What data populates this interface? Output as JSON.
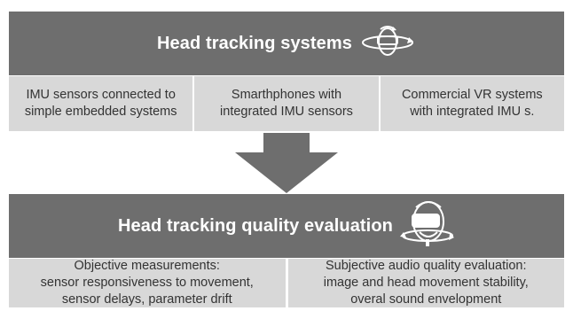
{
  "top": {
    "title": "Head tracking systems",
    "icon": "head-rotation-icon",
    "items": [
      {
        "line1": "IMU sensors connected to",
        "line2": "simple embedded systems"
      },
      {
        "line1": "Smarthphones with",
        "line2": "integrated IMU sensors"
      },
      {
        "line1": "Commercial VR systems",
        "line2": "with integrated IMU s."
      }
    ]
  },
  "bottom": {
    "title": "Head tracking quality evaluation",
    "icon": "vr-headset-icon",
    "items": [
      {
        "line1": "Objective measurements:",
        "line2": "sensor responsiveness to movement,",
        "line3": "sensor delays, parameter drift"
      },
      {
        "line1": "Subjective audio quality evaluation:",
        "line2": "image and head movement stability,",
        "line3": "overal sound envelopment"
      }
    ]
  },
  "colors": {
    "header_bg": "#6e6e6e",
    "cell_bg": "#d8d8d8",
    "arrow": "#6e6e6e",
    "text": "#333333"
  }
}
